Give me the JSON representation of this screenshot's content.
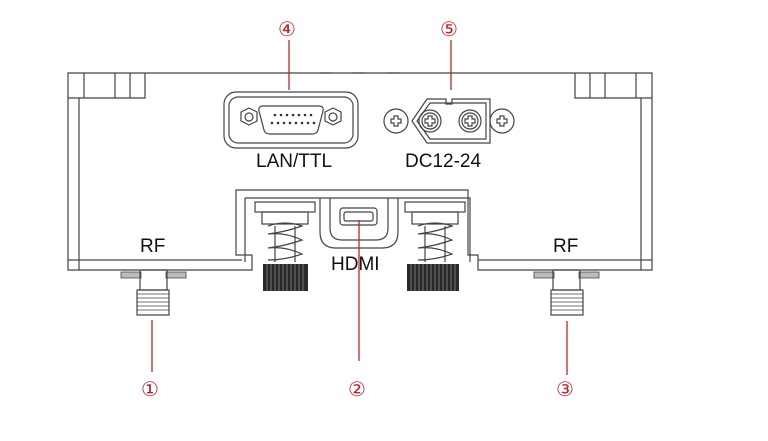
{
  "title": "Device rear panel interface diagram",
  "labels": {
    "rf_left": "RF",
    "rf_right": "RF",
    "hdmi": "HDMI",
    "lan_ttl": "LAN/TTL",
    "dc": "DC12-24"
  },
  "callouts": [
    {
      "id": "1",
      "text": "①",
      "target": "RF"
    },
    {
      "id": "2",
      "text": "②",
      "target": "HDMI"
    },
    {
      "id": "3",
      "text": "③",
      "target": "RF"
    },
    {
      "id": "4",
      "text": "④",
      "target": "LAN/TTL"
    },
    {
      "id": "5",
      "text": "⑤",
      "target": "DC12-24"
    }
  ],
  "colors": {
    "callout": "#c0242b",
    "line": "#444444"
  }
}
